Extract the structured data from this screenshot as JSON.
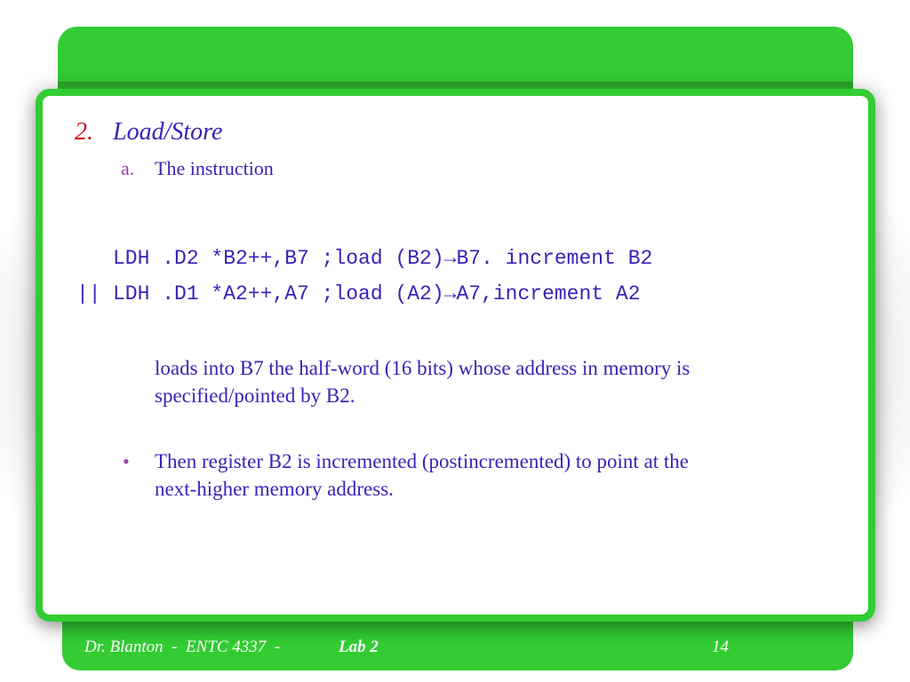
{
  "slide": {
    "heading_number": "2.",
    "heading_text": "Load/Store",
    "sub_marker": "a.",
    "sub_text": "The instruction",
    "code_line_1": "LDH .D2 *B2++,B7 ;load (B2)→B7. increment B2",
    "code_parallel_marker": "||",
    "code_line_2": "LDH .D1 *A2++,A7 ;load (A2)→A7,increment A2",
    "paragraph_line_1": "loads into B7 the half-word (16 bits) whose address in memory is",
    "paragraph_line_2": "specified/pointed by B2.",
    "bullet_symbol": "•",
    "bullet_line_1": "Then register B2 is incremented (postincremented) to point at the",
    "bullet_line_2": "next-higher memory address."
  },
  "footer": {
    "author_course": "Dr. Blanton  -  ENTC 4337  - ",
    "lab_label": "Lab 2",
    "page_number": "14"
  },
  "colors": {
    "frame_green": "#33cc33",
    "text_indigo": "#3b22b8",
    "number_red": "#cc1111",
    "marker_purple": "#a040b0"
  }
}
